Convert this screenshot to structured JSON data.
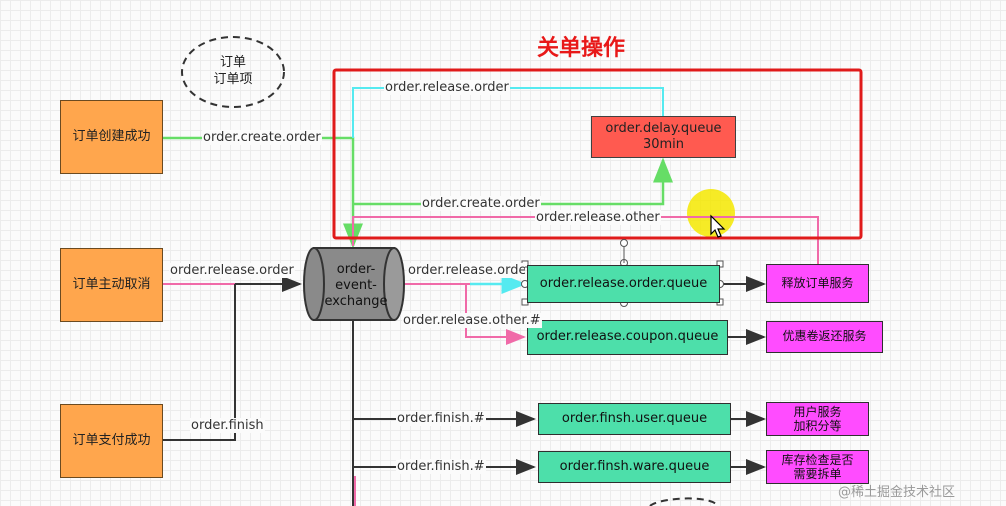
{
  "title": "关单操作",
  "legend_oval": {
    "line1": "订单",
    "line2": "订单项"
  },
  "boxes": {
    "order_created": "订单创建成功",
    "order_cancel": "订单主动取消",
    "order_paid": "订单支付成功",
    "exchange": {
      "line1": "order-",
      "line2": "event-",
      "line3": "exchange"
    },
    "delay_queue": {
      "line1": "order.delay.queue",
      "line2": "30min"
    },
    "release_order_queue": "order.release.order.queue",
    "release_coupon_queue": "order.release.coupon.queue",
    "finish_user_queue": "order.finsh.user.queue",
    "finish_ware_queue": "order.finsh.ware.queue",
    "release_order_service": "释放订单服务",
    "coupon_return_service": "优惠卷返还服务",
    "user_service": {
      "line1": "用户服务",
      "line2": "加积分等"
    },
    "ware_service": {
      "line1": "库存检查是否",
      "line2": "需要拆单"
    }
  },
  "edge_labels": {
    "release_order_top": "order.release.order",
    "create_order": "order.create.order",
    "create_order_inner": "order.create.order",
    "release_other": "order.release.other",
    "release_order_cancel": "order.release.order",
    "release_order_exchange": "order.release.order",
    "release_other_hash": "order.release.other.#",
    "finish": "order.finish",
    "finish_hash_1": "order.finish.#",
    "finish_hash_2": "order.finish.#"
  },
  "watermark": "@稀土掘金技术社区",
  "colors": {
    "orange": "#ffa64d",
    "green_queue": "#4ddfaa",
    "magenta": "#ff4cff",
    "red_box": "#ff5a50",
    "highlight_frame": "#e01b1b",
    "line_green": "#66dd66",
    "line_cyan": "#55eaf0",
    "line_pink": "#f06aa8",
    "line_dark": "#333333",
    "cursor_highlight": "#f5e800"
  }
}
